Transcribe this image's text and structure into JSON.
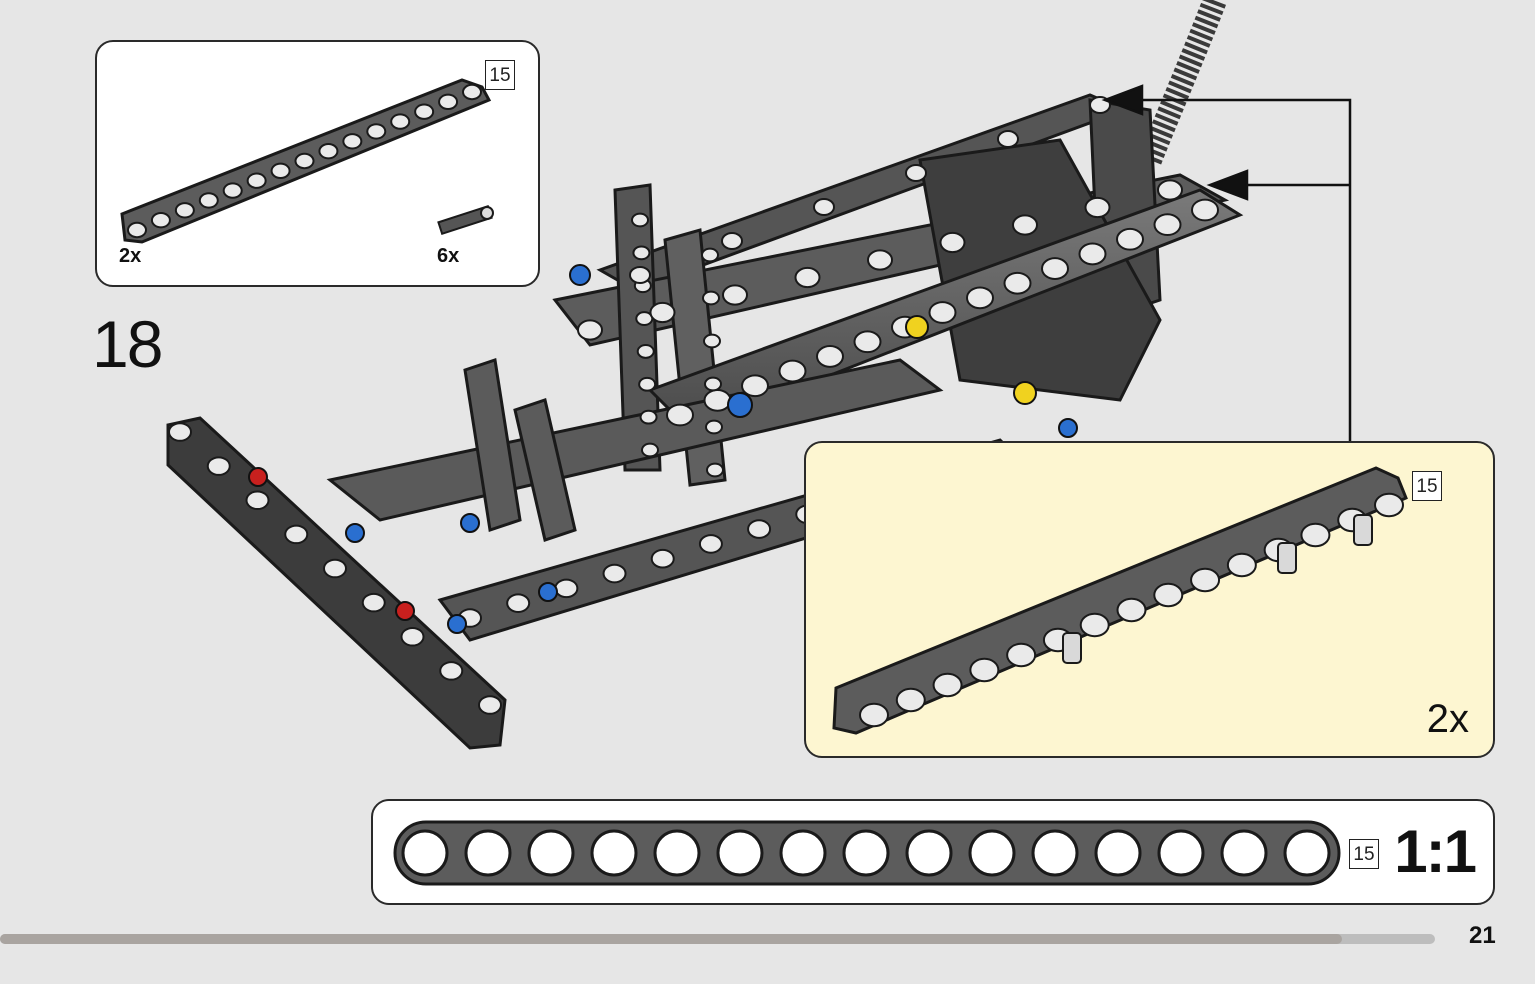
{
  "page": {
    "number": "21",
    "progress_fraction": 0.935
  },
  "parts_box": {
    "parts": [
      {
        "name": "beam-15",
        "length_label": "15",
        "quantity": "2x"
      },
      {
        "name": "connector-peg",
        "quantity": "6x"
      }
    ]
  },
  "step": {
    "number": "18"
  },
  "subassembly": {
    "length_label": "15",
    "quantity": "2x"
  },
  "scale_bar": {
    "length_label": "15",
    "label": "1:1",
    "holes": 15
  },
  "colors": {
    "background": "#e6e6e6",
    "beam_gray": "#6a6a6a",
    "beam_dark": "#3b3b3b",
    "subassembly_bg": "#fdf6d1",
    "pin_blue": "#2a6fd0",
    "pin_red": "#c8201e",
    "pin_yellow": "#f0d21f"
  }
}
